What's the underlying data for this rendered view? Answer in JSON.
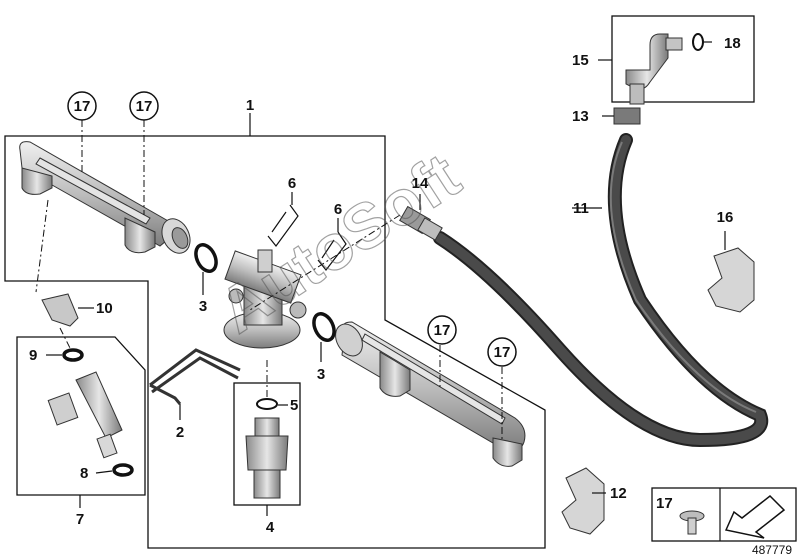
{
  "labels": {
    "l1": "1",
    "l2": "2",
    "l3a": "3",
    "l3b": "3",
    "l4": "4",
    "l5": "5",
    "l6a": "6",
    "l6b": "6",
    "l7": "7",
    "l8": "8",
    "l9": "9",
    "l10": "10",
    "l11": "11",
    "l12": "12",
    "l13": "13",
    "l14": "14",
    "l15": "15",
    "l16": "16",
    "l17a": "17",
    "l17b": "17",
    "l17c": "17",
    "l17d": "17",
    "l17e": "17",
    "l18": "18"
  },
  "watermark": "AutoSoft",
  "reference_number": "487779",
  "colors": {
    "line": "#111111",
    "metal": "#b8b8b8",
    "hose": "#3a3a3a"
  }
}
